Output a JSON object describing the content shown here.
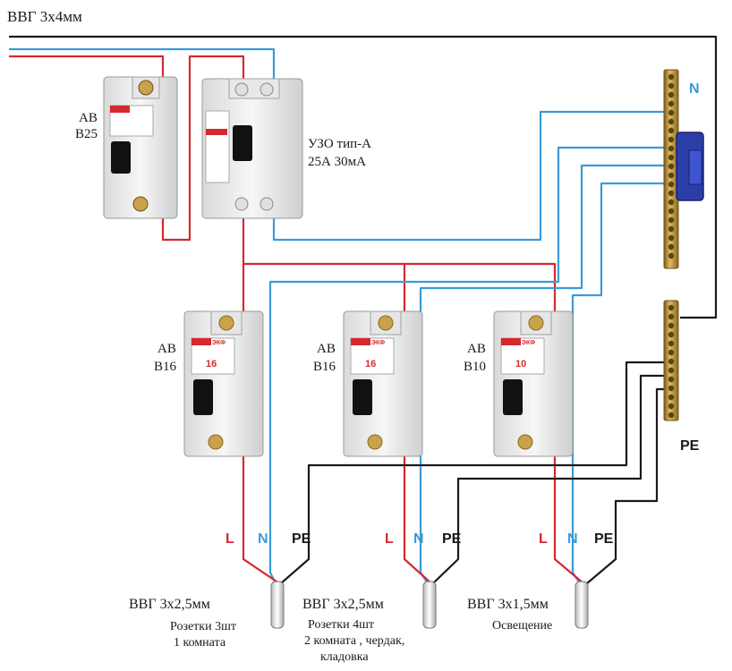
{
  "title": "ВВГ 3х4мм",
  "colors": {
    "line": "#d6282f",
    "neutral": "#3a9ad9",
    "pe": "#1a1a1a",
    "brass": "#c9a24a",
    "brass_dark": "#8a6a22",
    "bracket": "#2b3ea8",
    "breaker_body": "#f2f2f2",
    "breaker_toggle": "#111111"
  },
  "rcd": {
    "label_line1": "УЗО тип-А",
    "label_line2": "25А 30мА"
  },
  "main_breaker": {
    "label_line1": "АВ",
    "label_line2": "В25"
  },
  "breakers": [
    {
      "label_line1": "АВ",
      "label_line2": "В16",
      "rating": "16",
      "brand": "ЭКФ"
    },
    {
      "label_line1": "АВ",
      "label_line2": "В16",
      "rating": "16",
      "brand": "ЭКФ"
    },
    {
      "label_line1": "АВ",
      "label_line2": "В10",
      "rating": "10",
      "brand": "ЭКФ"
    }
  ],
  "bus_labels": {
    "neutral": "N",
    "pe": "PE"
  },
  "conductor_labels": {
    "l": "L",
    "n": "N",
    "pe": "PE"
  },
  "cables": [
    {
      "name": "ВВГ 3х2,5мм",
      "desc_line1": "Розетки  3шт",
      "desc_line2": "1 комната",
      "desc_line3": ""
    },
    {
      "name": "ВВГ 3х2,5мм",
      "desc_line1": "Розетки  4шт",
      "desc_line2": "2 комната , чердак,",
      "desc_line3": "кладовка"
    },
    {
      "name": "ВВГ 3х1,5мм",
      "desc_line1": "Освещение",
      "desc_line2": "",
      "desc_line3": ""
    }
  ]
}
